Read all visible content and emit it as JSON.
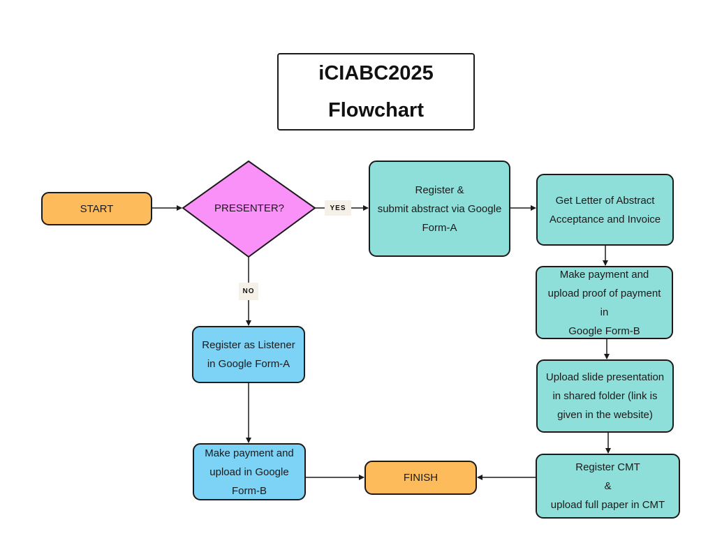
{
  "title": {
    "line1": "iCIABC2025",
    "line2": "Flowchart"
  },
  "nodes": {
    "start": "START",
    "presenter": "PRESENTER?",
    "register_abstract": "Register &\nsubmit abstract via Google\nForm-A",
    "get_letter": "Get Letter of Abstract\nAcceptance and Invoice",
    "make_payment_proof": "Make payment and\nupload proof of payment\nin\nGoogle Form-B",
    "upload_slide": "Upload slide presentation\nin shared folder  (link is\ngiven in the website)",
    "register_cmt": "Register CMT\n&\nupload full paper in CMT",
    "finish": "FINISH",
    "register_listener": "Register as Listener\nin Google Form-A",
    "make_payment_listener": "Make payment and\nupload in Google\nForm-B"
  },
  "edge_labels": {
    "yes": "YES",
    "no": "NO"
  },
  "colors": {
    "teal": "#8edfda",
    "blue": "#7cd3f5",
    "orange": "#fdbb5b",
    "decision_pink": "#f991f9",
    "stroke": "#1a1a1a"
  }
}
